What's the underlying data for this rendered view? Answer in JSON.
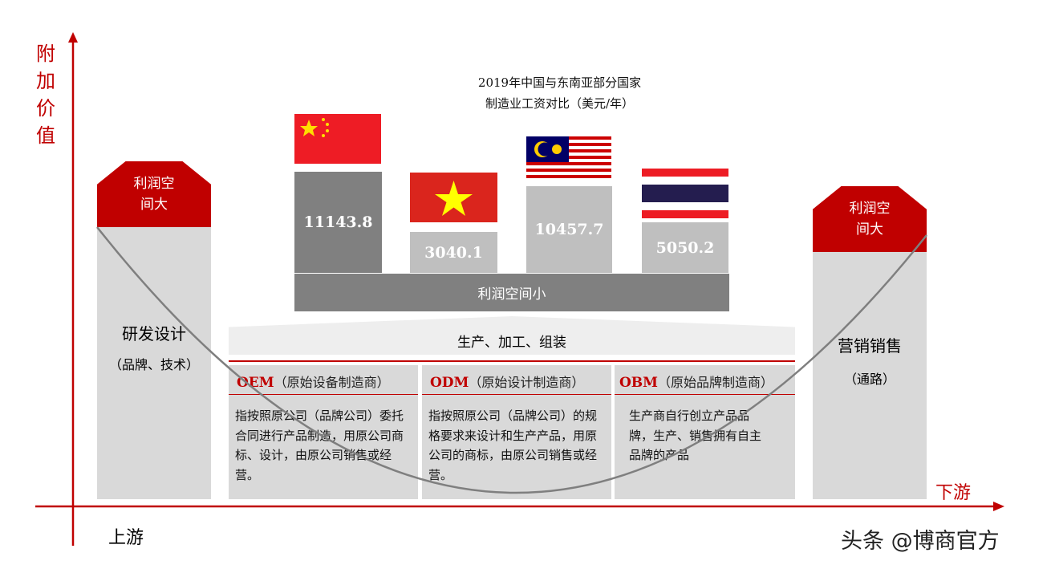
{
  "y_axis_label": "附加价值",
  "x_axis_left": "上游",
  "x_axis_right": "下游",
  "left_column": {
    "header": "利润空\n间大",
    "title": "研发设计",
    "subtitle": "（品牌、技术）"
  },
  "right_column": {
    "header": "利润空\n间大",
    "title": "营销销售",
    "subtitle": "（通路）"
  },
  "wage_title_line1": "2019年中国与东南亚部分国家",
  "wage_title_line2": "制造业工资对比（美元/年）",
  "countries": [
    {
      "flag": "china-flag",
      "value": "11143.8"
    },
    {
      "flag": "vietnam-flag",
      "value": "3040.1"
    },
    {
      "flag": "malaysia-flag",
      "value": "10457.7"
    },
    {
      "flag": "thailand-flag",
      "value": "5050.2"
    }
  ],
  "base_label": "利润空间小",
  "production_label": "生产、加工、组装",
  "models": [
    {
      "abbr": "OEM",
      "name": "（原始设备制造商）",
      "desc": "指按照原公司（品牌公司）委托合同进行产品制造，用原公司商标、设计，由原公司销售或经营。"
    },
    {
      "abbr": "ODM",
      "name": "（原始设计制造商）",
      "desc": "指按照原公司（品牌公司）的规格要求来设计和生产产品，用原公司的商标，由原公司销售或经营。"
    },
    {
      "abbr": "OBM",
      "name": "（原始品牌制造商）",
      "desc": "生产商自行创立产品品牌，生产、销售拥有自主品牌的产品"
    }
  ],
  "watermark": "头条 @博商官方",
  "colors": {
    "accent": "#c00000",
    "dark_bar": "#808080",
    "light_bar": "#bfbfbf",
    "panel": "#d9d9d9"
  }
}
